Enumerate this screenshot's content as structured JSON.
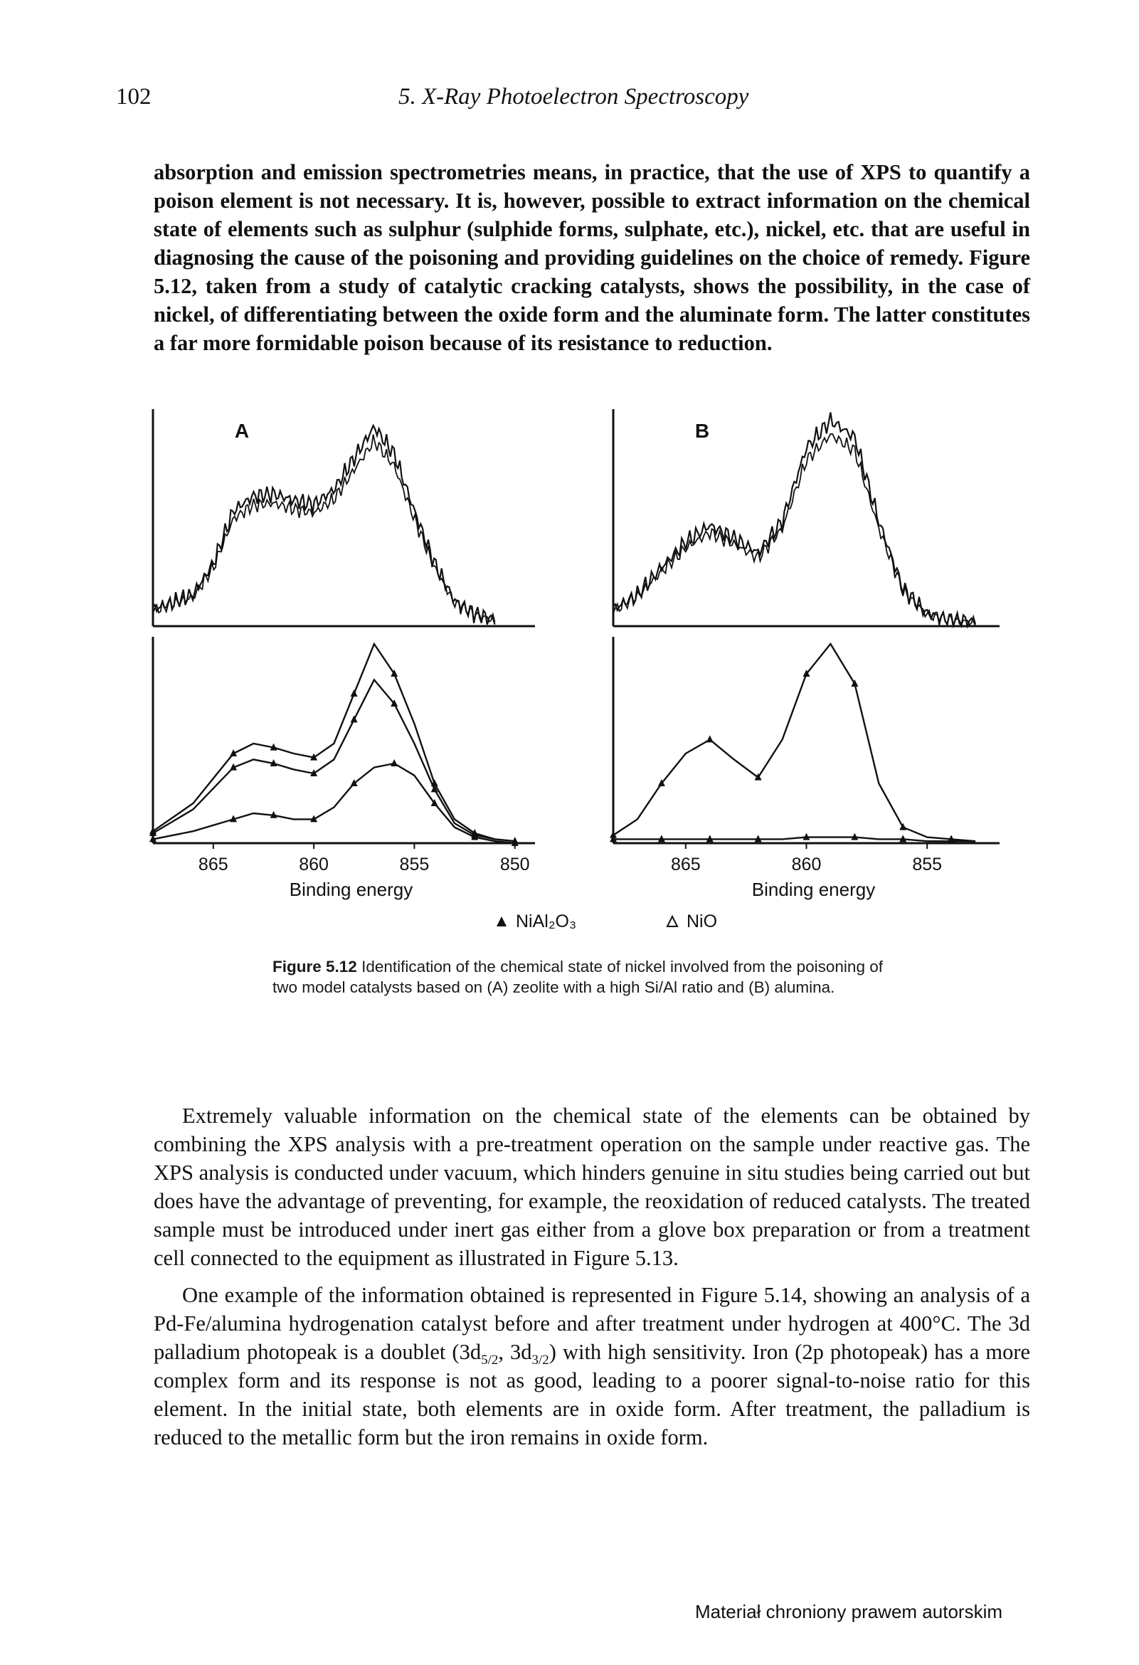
{
  "header": {
    "page_number": "102",
    "chapter_title": "5. X-Ray Photoelectron Spectroscopy"
  },
  "paragraphs": {
    "p1": "absorption and emission spectrometries means, in practice, that the use of XPS to quantify a poison element is not necessary. It is, however, possible to extract information on the chemical state of elements such as sulphur (sulphide forms, sulphate, etc.), nickel, etc. that are useful in diagnosing the cause of the poisoning and providing guidelines on the choice of remedy. Figure 5.12, taken from a study of catalytic cracking catalysts, shows the possibility, in the case of nickel, of differentiating between the oxide form and the aluminate form. The latter constitutes a far more formidable poison because of its resistance to reduction.",
    "p2": "Extremely valuable information on the chemical state of the elements can be obtained by combining the XPS analysis with a pre-treatment operation on the sample under reactive gas. The XPS analysis is conducted under vacuum, which hinders genuine in situ studies being carried out but does have the advantage of preventing, for example, the reoxidation of reduced catalysts. The treated sample must be introduced under inert gas either from a glove box preparation or from a treatment cell connected to the equipment as illustrated in Figure 5.13.",
    "p3_a": "One example of the information obtained is represented in Figure 5.14, showing an analysis of a Pd-Fe/alumina hydrogenation catalyst before and after treatment under hydrogen at 400°C. The 3d palladium photopeak is a doublet (3d",
    "p3_sub1": "5/2",
    "p3_b": ", 3d",
    "p3_sub2": "3/2",
    "p3_c": ") with high sensitivity. Iron (2p photopeak) has a more complex form and its response is not as good, leading to a poorer signal-to-noise ratio for this element. In the initial state, both elements are in oxide form. After treatment, the palladium is reduced to the metallic form but the iron remains in oxide form."
  },
  "figure": {
    "caption_label": "Figure 5.12",
    "caption_text": "Identification of the chemical state of nickel involved from the poisoning of two model catalysts based on (A) zeolite with a high Si/Al ratio and (B) alumina.",
    "legend": {
      "filled_marker_label": "NiAl₂O₃",
      "open_marker_label": "NiO"
    }
  },
  "chart_data": [
    {
      "type": "line",
      "panel": "A",
      "title": "A",
      "part": "raw spectrum",
      "xlim": [
        868,
        849
      ],
      "x": [
        868,
        866,
        865,
        864,
        863,
        862,
        861,
        860,
        859,
        858,
        857,
        856,
        855,
        854,
        853,
        852,
        851
      ],
      "y": [
        0.08,
        0.15,
        0.3,
        0.55,
        0.62,
        0.63,
        0.6,
        0.58,
        0.65,
        0.8,
        0.95,
        0.82,
        0.55,
        0.3,
        0.12,
        0.06,
        0.03
      ]
    },
    {
      "type": "line",
      "panel": "A",
      "part": "fitted components",
      "xlabel": "Binding energy",
      "xticks": [
        865,
        860,
        855,
        850
      ],
      "xlim": [
        868,
        849
      ],
      "x": [
        868,
        866,
        864,
        863,
        862,
        861,
        860,
        859,
        858,
        857,
        856,
        855,
        854,
        853,
        852,
        851,
        850
      ],
      "series": [
        {
          "values": [
            0.06,
            0.2,
            0.45,
            0.5,
            0.48,
            0.45,
            0.43,
            0.5,
            0.75,
            1.0,
            0.85,
            0.6,
            0.3,
            0.12,
            0.05,
            0.02,
            0.01
          ]
        },
        {
          "values": [
            0.05,
            0.17,
            0.38,
            0.42,
            0.4,
            0.37,
            0.35,
            0.42,
            0.62,
            0.82,
            0.7,
            0.5,
            0.27,
            0.1,
            0.04,
            0.02,
            0.01
          ]
        },
        {
          "values": [
            0.02,
            0.06,
            0.12,
            0.15,
            0.14,
            0.12,
            0.12,
            0.18,
            0.3,
            0.38,
            0.4,
            0.34,
            0.2,
            0.08,
            0.03,
            0.01,
            0.0
          ]
        }
      ]
    },
    {
      "type": "line",
      "panel": "B",
      "title": "B",
      "part": "raw spectrum",
      "xlim": [
        868,
        852
      ],
      "x": [
        868,
        867,
        866,
        865,
        864,
        863,
        862,
        861,
        860,
        859,
        858,
        857,
        856,
        855,
        854,
        853
      ],
      "y": [
        0.08,
        0.15,
        0.28,
        0.4,
        0.48,
        0.42,
        0.35,
        0.5,
        0.85,
        0.98,
        0.9,
        0.5,
        0.18,
        0.06,
        0.03,
        0.02
      ]
    },
    {
      "type": "line",
      "panel": "B",
      "part": "fitted components",
      "xlabel": "Binding energy",
      "xticks": [
        865,
        860,
        855
      ],
      "xlim": [
        868,
        852
      ],
      "x": [
        868,
        867,
        866,
        865,
        864,
        863,
        862,
        861,
        860,
        859,
        858,
        857,
        856,
        855,
        854,
        853
      ],
      "series": [
        {
          "values": [
            0.04,
            0.12,
            0.3,
            0.45,
            0.52,
            0.42,
            0.33,
            0.52,
            0.85,
            1.0,
            0.8,
            0.3,
            0.08,
            0.03,
            0.02,
            0.01
          ]
        },
        {
          "values": [
            0.02,
            0.02,
            0.02,
            0.02,
            0.02,
            0.02,
            0.02,
            0.02,
            0.03,
            0.03,
            0.03,
            0.02,
            0.02,
            0.01,
            0.01,
            0.01
          ]
        }
      ]
    }
  ],
  "footer": {
    "note": "Materiał chroniony prawem autorskim"
  }
}
